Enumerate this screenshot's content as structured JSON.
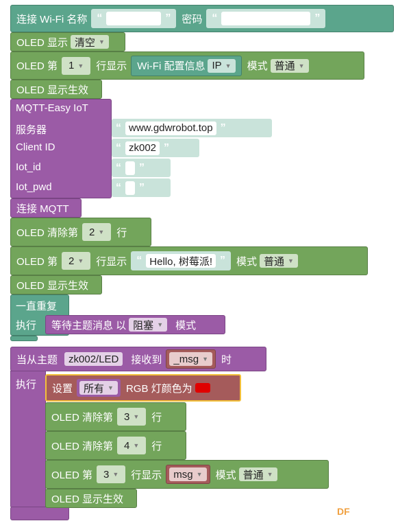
{
  "wifi": {
    "label": "连接 Wi-Fi 名称",
    "password_label": "密码",
    "ssid_value": "",
    "password_value": ""
  },
  "oled_show": {
    "label": "OLED 显示",
    "option": "清空"
  },
  "oled_line1": {
    "prefix": "OLED 第",
    "line": "1",
    "mid": "行显示",
    "content_label": "Wi-Fi 配置信息",
    "content_option": "IP",
    "mode_label": "模式",
    "mode_option": "普通"
  },
  "oled_apply": "OLED 显示生效",
  "mqtt": {
    "title": "MQTT-Easy IoT",
    "server_label": "服务器",
    "server_value": "www.gdwrobot.top",
    "client_label": "Client ID",
    "client_value": "zk002",
    "iot_id_label": "Iot_id",
    "iot_id_value": "",
    "iot_pwd_label": "Iot_pwd",
    "iot_pwd_value": ""
  },
  "connect_mqtt": "连接 MQTT",
  "oled_clear2": {
    "prefix": "OLED 清除第",
    "line": "2",
    "suffix": "行"
  },
  "oled_line2": {
    "prefix": "OLED 第",
    "line": "2",
    "mid": "行显示",
    "text": "Hello, 树莓派!",
    "mode_label": "模式",
    "mode_option": "普通"
  },
  "oled_apply2": "OLED 显示生效",
  "forever": {
    "label": "一直重复",
    "do_label": "执行",
    "wait_label": "等待主题消息 以",
    "wait_option": "阻塞",
    "wait_suffix": "模式"
  },
  "on_topic": {
    "prefix": "当从主题",
    "topic": "zk002/LED",
    "mid": "接收到",
    "var": "_msg",
    "suffix": "时",
    "do_label": "执行"
  },
  "set_rgb": {
    "prefix": "设置",
    "option": "所有",
    "mid": "RGB 灯颜色为",
    "color": "#e00000"
  },
  "oled_clear3": {
    "prefix": "OLED 清除第",
    "line": "3",
    "suffix": "行"
  },
  "oled_clear4": {
    "prefix": "OLED 清除第",
    "line": "4",
    "suffix": "行"
  },
  "oled_line3": {
    "prefix": "OLED 第",
    "line": "3",
    "mid": "行显示",
    "var": "msg",
    "mode_label": "模式",
    "mode_option": "普通"
  },
  "oled_apply3": "OLED 显示生效",
  "watermark": "DF"
}
